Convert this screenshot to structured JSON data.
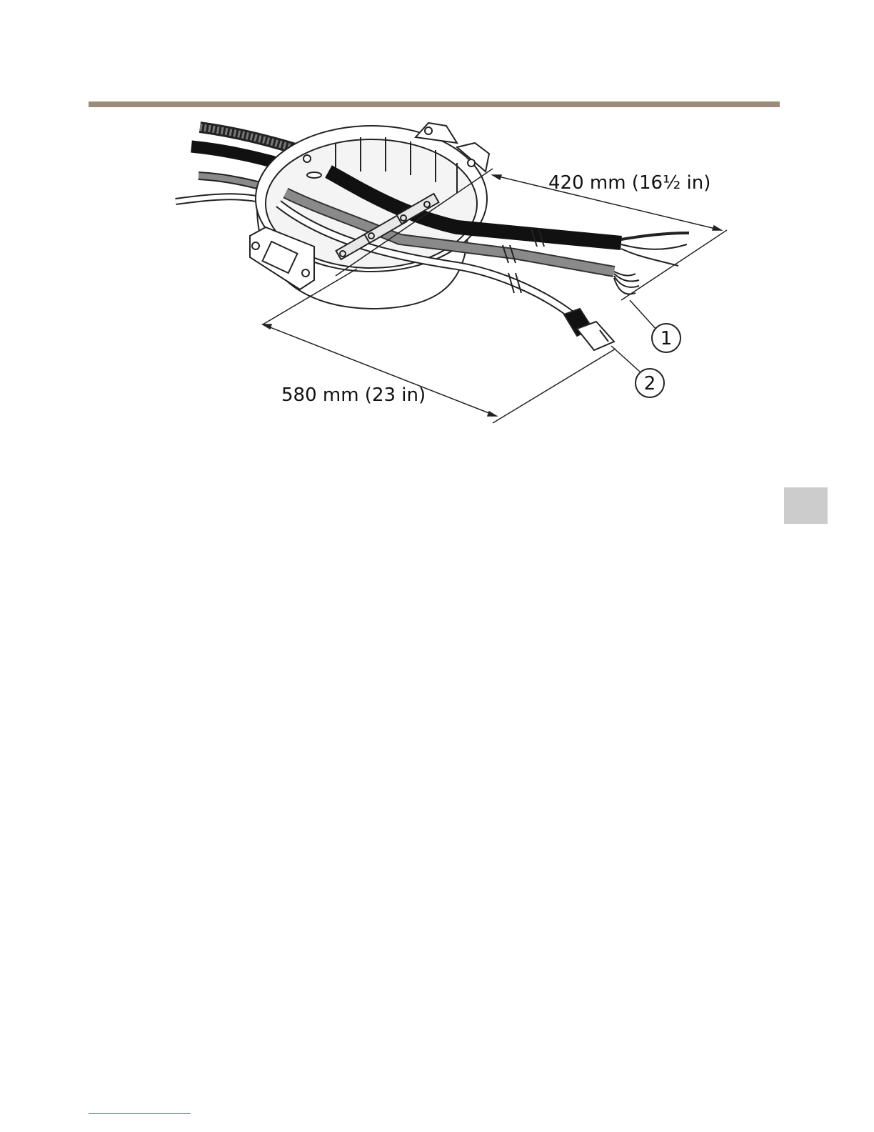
{
  "figure": {
    "dimension_top": "420 mm (16½ in)",
    "dimension_bottom": "580 mm (23 in)",
    "callouts": [
      "1",
      "2"
    ]
  },
  "colors": {
    "top_rule": "#9c8b7a",
    "side_tab": "#cccccc",
    "footer_rule": "#3a5fb0"
  }
}
